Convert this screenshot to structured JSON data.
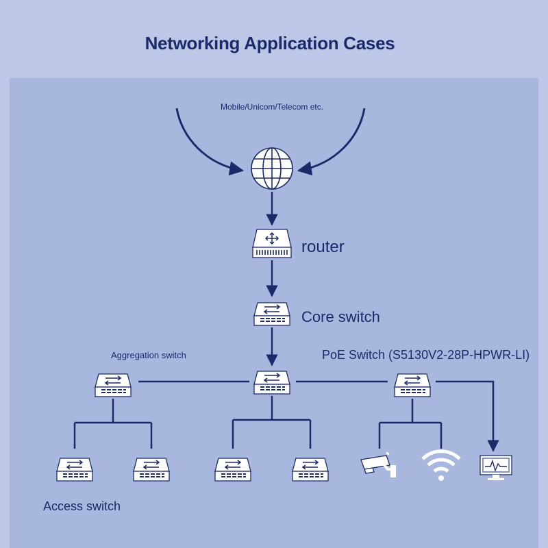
{
  "title": "Networking Application Cases",
  "labels": {
    "carrier": "Mobile/Unicom/Telecom etc.",
    "router": "router",
    "core_switch": "Core switch",
    "aggregation_switch": "Aggregation switch",
    "poe_switch": "PoE Switch (S5130V2-28P-HPWR-LI)",
    "access_switch": "Access switch"
  },
  "colors": {
    "background": "#bcc8e6",
    "panel": "#a8b7dd",
    "line": "#1b2a6b",
    "icon_fill": "#ffffff"
  },
  "icons": [
    "globe-icon",
    "router-icon",
    "switch-icon",
    "camera-icon",
    "wifi-icon",
    "monitor-icon"
  ]
}
